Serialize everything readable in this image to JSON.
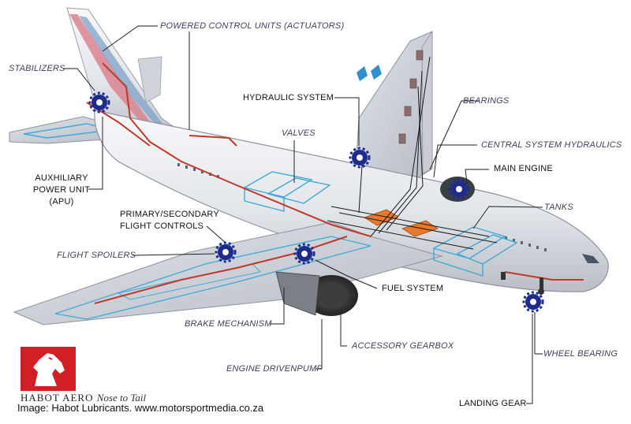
{
  "labels": {
    "stabilizers": "STABILIZERS",
    "powered_control_units": "POWERED CONTROL UNITS (ACTUATORS)",
    "hydraulic_system": "HYDRAULIC SYSTEM",
    "bearings": "BEARINGS",
    "valves": "VALVES",
    "central_system_hydraulics": "CENTRAL SYSTEM HYDRAULICS",
    "main_engine": "MAIN ENGINE",
    "apu_line1": "AUXHILIARY",
    "apu_line2": "POWER UNIT",
    "apu_line3": "(APU)",
    "tanks": "TANKS",
    "flight_controls_line1": "PRIMARY/SECONDARY",
    "flight_controls_line2": "FLIGHT CONTROLS",
    "flight_spoilers": "FLIGHT SPOILERS",
    "fuel_system": "FUEL SYSTEM",
    "brake_mechanism": "BRAKE MECHANISM",
    "accessory_gearbox": "ACCESSORY GEARBOX",
    "wheel_bearing": "WHEEL BEARING",
    "engine_drivenpump": "ENGINE DRIVENPUMP",
    "landing_gear": "LANDING GEAR"
  },
  "brand": {
    "name": "HABOT AERO",
    "tagline": "Nose to Tail"
  },
  "credit": "Image: Habot Lubricants. www.motorsportmedia.co.za",
  "colors": {
    "fuselage": "#e9ecef",
    "tank_outline": "#3fa9d6",
    "hydraulic_line": "#c0392b",
    "gear_icon": "#1d2b8f",
    "tail_stripe_red": "#d9848f",
    "tail_stripe_blue": "#7fa1c9",
    "fuel_block": "#e8782a",
    "logo_red": "#d21f26"
  }
}
